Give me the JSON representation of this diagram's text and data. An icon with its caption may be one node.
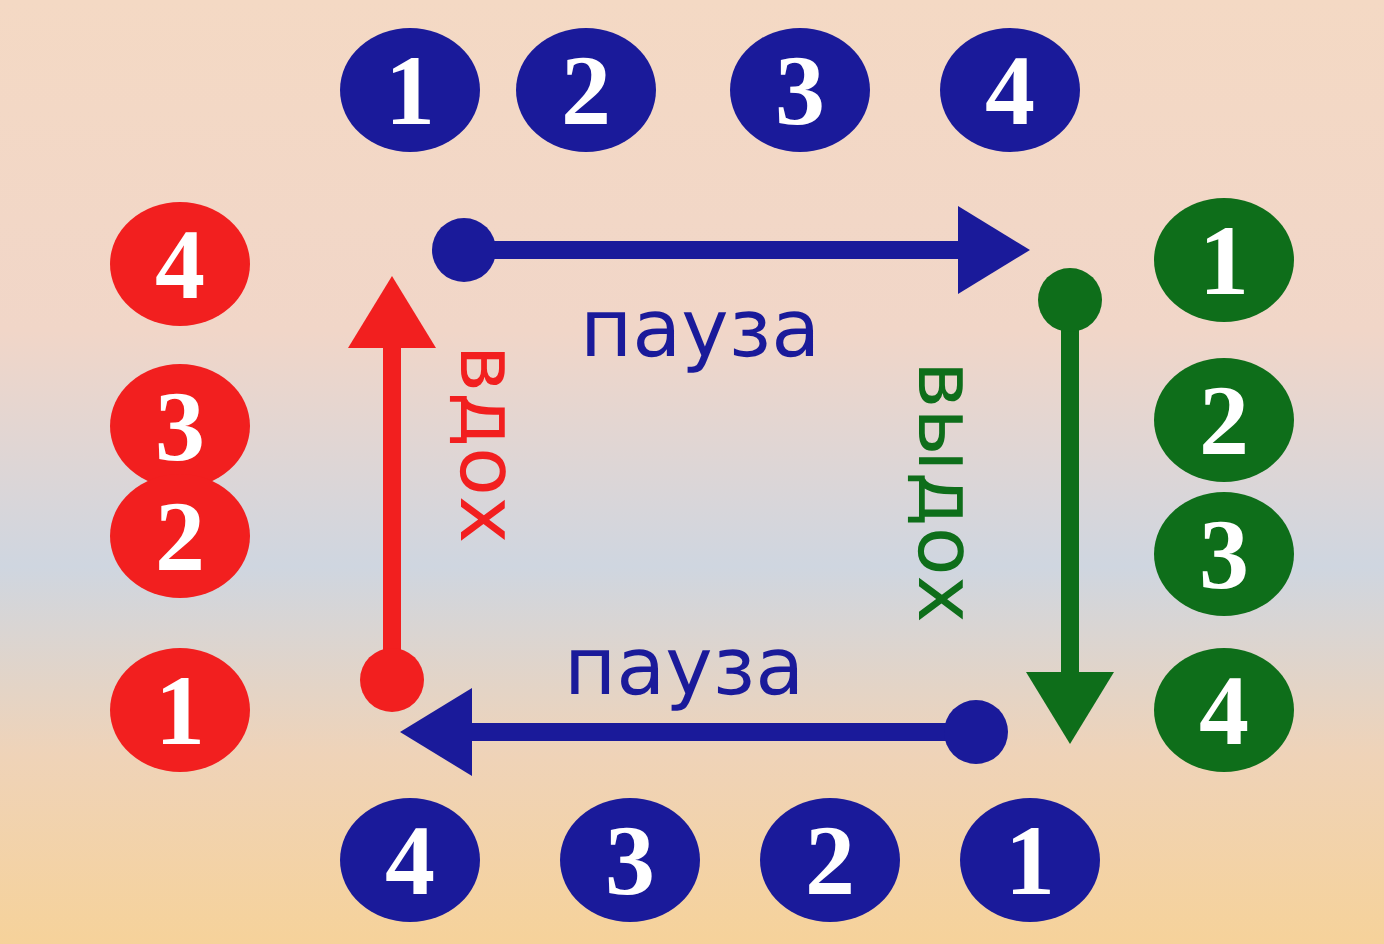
{
  "diagram": {
    "nodes": [
      {
        "text": [
          "1"
        ]
      },
      {
        "text": [
          "2"
        ]
      },
      {
        "text": [
          "3"
        ]
      },
      {
        "text": [
          "4"
        ]
      },
      {
        "text": [
          "4"
        ]
      },
      {
        "text": [
          "3"
        ]
      },
      {
        "text": [
          "2"
        ]
      },
      {
        "text": [
          "1"
        ]
      },
      {
        "text": [
          "1"
        ]
      },
      {
        "text": [
          "2"
        ]
      },
      {
        "text": [
          "3"
        ]
      },
      {
        "text": [
          "4"
        ]
      },
      {
        "text": [
          "4"
        ]
      },
      {
        "text": [
          "3"
        ]
      },
      {
        "text": [
          "2"
        ]
      },
      {
        "text": [
          "1"
        ]
      }
    ],
    "labels": [
      "пауза",
      "вдох",
      "выдох",
      "пауза"
    ]
  }
}
